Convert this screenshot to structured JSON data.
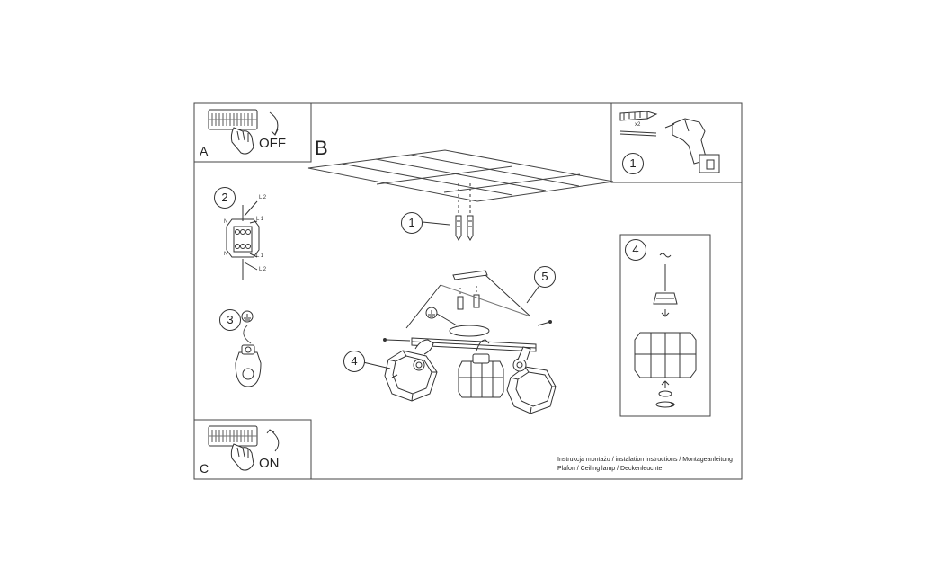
{
  "panels": {
    "a": {
      "letter": "A",
      "state": "OFF"
    },
    "b": {
      "letter": "B"
    },
    "c": {
      "letter": "C",
      "state": "ON"
    }
  },
  "steps": {
    "one": "1",
    "two": "2",
    "three": "3",
    "four": "4",
    "five": "5",
    "four_detail": "4",
    "one_tools": "1"
  },
  "wiring_labels": [
    "L 2",
    "L 1",
    "N",
    "N",
    "L 1",
    "L 2"
  ],
  "tools_quantity": "x2",
  "caption": {
    "line1": "Instrukcja montażu / instalation instructions / Montageanleitung",
    "line2": "Plafon / Ceiling lamp / Deckenleuchte"
  }
}
